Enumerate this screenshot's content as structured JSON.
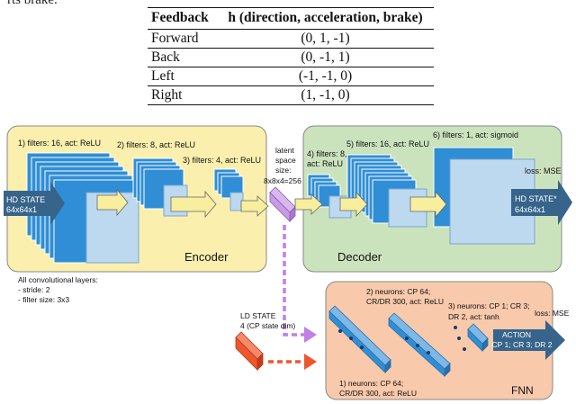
{
  "intro_text": "rts brake.",
  "feedback_table": {
    "headers": [
      "Feedback",
      "h (direction, acceleration, brake)"
    ],
    "rows": [
      [
        "Forward",
        "(0, 1, -1)"
      ],
      [
        "Back",
        "(0, -1, 1)"
      ],
      [
        "Left",
        "(-1, -1, 0)"
      ],
      [
        "Right",
        "(1, -1, 0)"
      ]
    ]
  },
  "encoder": {
    "title": "Encoder",
    "layer1": "1) filters: 16, act: ReLU",
    "layer2": "2) filters: 8, act: ReLU",
    "layer3": "3) filters: 4, act: ReLU",
    "input_title": "HD STATE",
    "input_dims": "64x64x1"
  },
  "latent": {
    "line1": "latent",
    "line2": "space",
    "line3": "size:",
    "line4": "8x8x4=256"
  },
  "decoder": {
    "title": "Decoder",
    "layer4_line1": "4) filters: 8,",
    "layer4_line2": "act: ReLU",
    "layer5": "5) filters: 16, act: ReLU",
    "layer6": "6) filters: 1, act: sigmoid",
    "loss": "loss: MSE",
    "output_title": "HD STATE*",
    "output_dims": "64x64x1"
  },
  "conv_notes": {
    "line1": "All convolutional layers:",
    "line2": "- stride: 2",
    "line3": "- filter size: 3x3"
  },
  "fnn": {
    "title": "FNN",
    "layer1_line1": "1) neurons: CP 64;",
    "layer1_line2": "CR/DR 300, act: ReLU",
    "layer2_line1": "2) neurons: CP 64;",
    "layer2_line2": "CR/DR 300, act: ReLU",
    "layer3_line1": "3) neurons: CP 1; CR 3;",
    "layer3_line2": "DR 2, act: tanh",
    "loss": "loss: MSE",
    "action_title": "ACTION",
    "action_dims": "CP 1; CR 3; DR 2"
  },
  "ld_state": {
    "line1": "LD STATE",
    "line2": "4 (CP state dim)"
  },
  "colors": {
    "encoder_bg": "#fbefae",
    "decoder_bg": "#cbe3bd",
    "fnn_bg": "#f8c9ab",
    "layer_blue": "#2f8ed6",
    "layer_light": "#bcd9f0",
    "arrow_yellow": "#f7ee9e",
    "latent_purple": "#c79be6",
    "dashed_purple": "#c27fe6",
    "dashed_orange": "#f0562b",
    "state_dark": "#36648b"
  }
}
